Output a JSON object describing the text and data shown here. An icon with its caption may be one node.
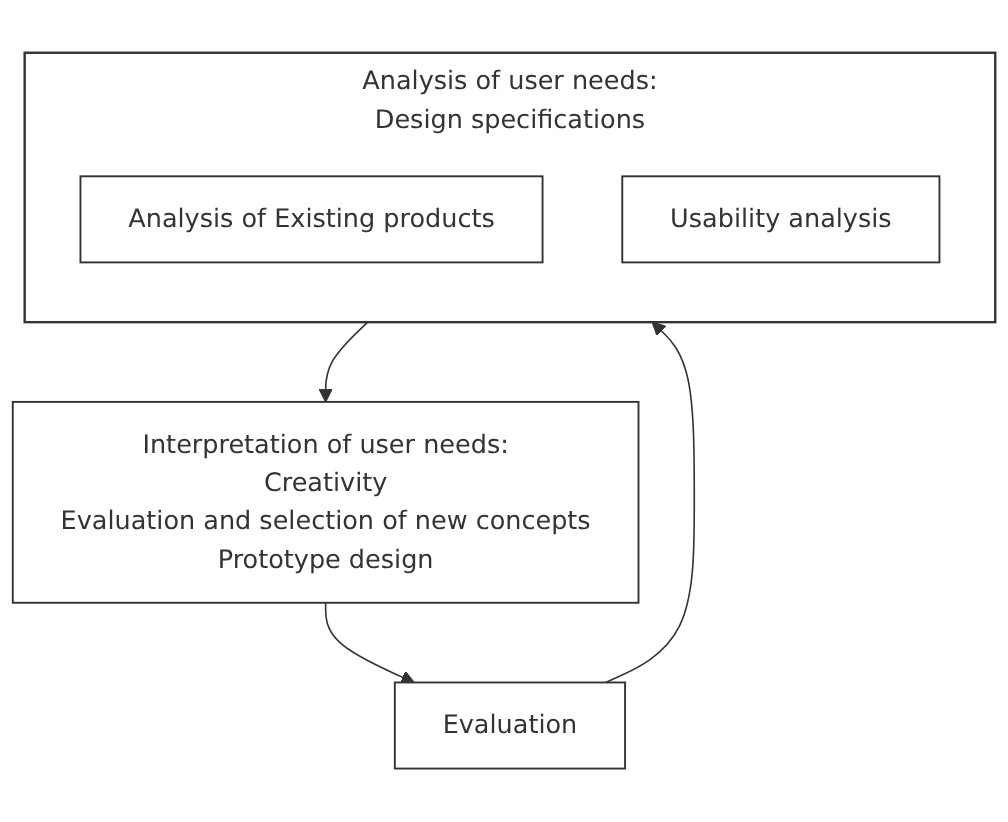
{
  "diagram": {
    "nodes": [
      {
        "text": [
          "Analysis of user needs:",
          "Design specifications"
        ]
      },
      {
        "text": [
          "Analysis of Existing products"
        ],
        "in": 0
      },
      {
        "text": [
          "Usability analysis"
        ],
        "in": 0
      },
      {
        "text": [
          "Interpretation of user needs:",
          "Creativity",
          "Evaluation and selection of new concepts",
          "Prototype design"
        ]
      },
      {
        "text": [
          "Evaluation"
        ]
      }
    ],
    "edges": [
      {
        "from": 0,
        "to": 3,
        "arrow": "to"
      },
      {
        "from": 3,
        "to": 4,
        "arrow": "to"
      },
      {
        "from": 4,
        "to": 0,
        "arrow": "to"
      }
    ]
  }
}
